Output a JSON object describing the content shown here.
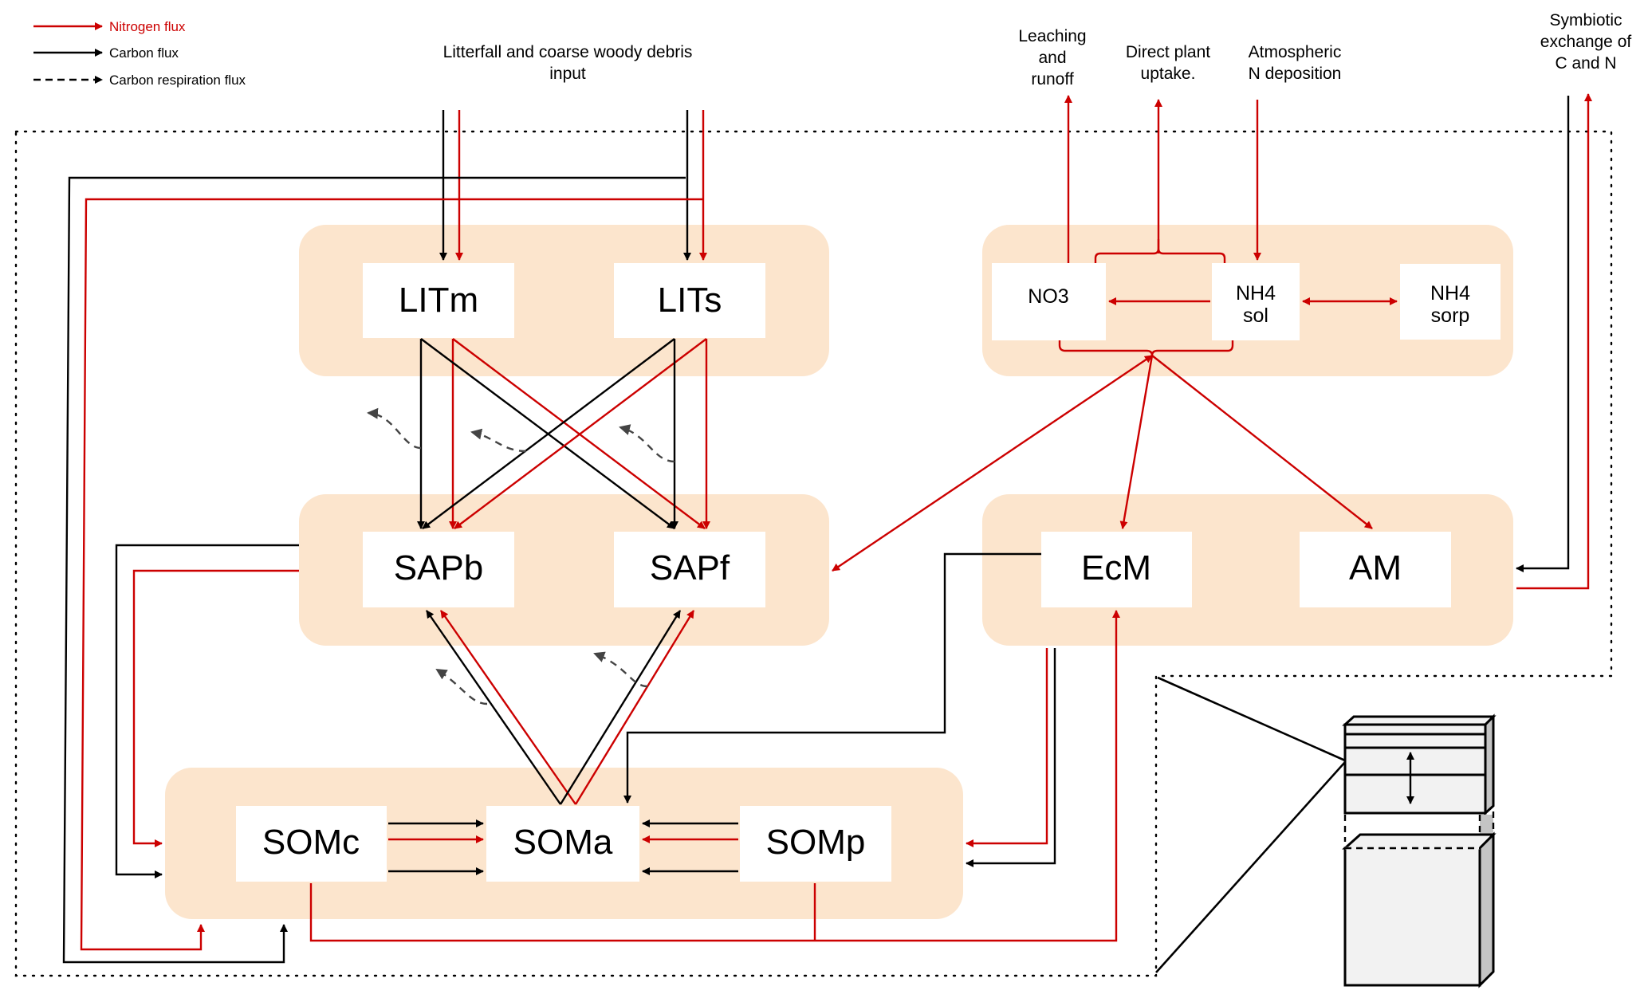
{
  "legend": {
    "nitrogen": "Nitrogen flux",
    "carbon": "Carbon flux",
    "respiration": "Carbon respiration flux"
  },
  "colors": {
    "nitrogen": "#cc0000",
    "carbon": "#000000",
    "respiration": "#444444",
    "panel": "#fce5cd",
    "box": "#ffffff"
  },
  "external_labels": {
    "litterfall": [
      "Litterfall and coarse woody debris",
      "input"
    ],
    "leaching": [
      "Leaching",
      "and",
      "runoff"
    ],
    "plant_uptake": [
      "Direct plant",
      "uptake."
    ],
    "deposition": [
      "Atmospheric",
      "N deposition"
    ],
    "symbiotic": [
      "Symbiotic",
      "exchange of",
      "C and N"
    ]
  },
  "pools": {
    "litm": "LITm",
    "lits": "LITs",
    "no3": "NO3",
    "nh4sol": [
      "NH4",
      "sol"
    ],
    "nh4sorp": [
      "NH4",
      "sorp"
    ],
    "sapb": "SAPb",
    "sapf": "SAPf",
    "ecm": "EcM",
    "am": "AM",
    "somc": "SOMc",
    "soma": "SOMa",
    "somp": "SOMp"
  }
}
